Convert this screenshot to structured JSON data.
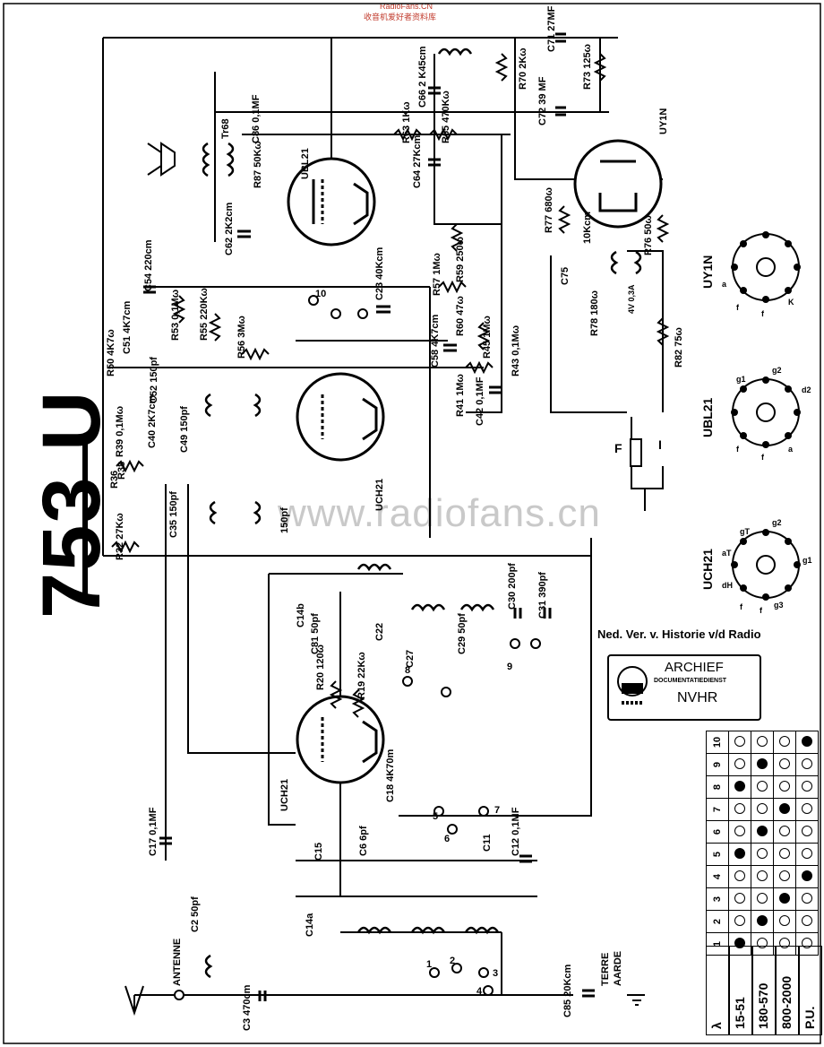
{
  "header": {
    "site_line1": "RadioFans.CN",
    "site_line2": "收音机爱好者资料库"
  },
  "title": {
    "model": "753 U"
  },
  "watermark": "www.radiofans.cn",
  "credit": "Ned. Ver. v. Historie v/d Radio",
  "stamp": {
    "line1": "ARCHIEF",
    "line2": "DOCUMENTATIEDIENST",
    "line3": "NVHR"
  },
  "tubes": [
    {
      "name": "UY1N",
      "pins": [
        "a",
        "f",
        "f",
        "K"
      ]
    },
    {
      "name": "UBL21",
      "pins": [
        "g1",
        "g2",
        "d2",
        "f",
        "f",
        "a"
      ]
    },
    {
      "name": "UCH21",
      "pins": [
        "g2",
        "gT",
        "aT",
        "dH",
        "g3",
        "f",
        "f",
        "g1"
      ]
    }
  ],
  "valve_labels": {
    "v1": "UY1N",
    "v2": "UBL21",
    "v3": "UCH21",
    "v4": "UCH21"
  },
  "components": {
    "C71": "C71 27MF",
    "C72": "C72 39 MF",
    "R70": "R70 2Kω",
    "R73": "R73 125ω",
    "C66": "C66 2 K45cm",
    "R63": "R63 1Kω",
    "R65": "R65 470Kω",
    "C86": "C86 0,1MF",
    "R87": "R87 50Kω",
    "Tr68": "Tr68",
    "C62": "C62 2K2cm",
    "C64": "C64 27Kcm",
    "R77": "R77 680ω",
    "C77": "10Kcm",
    "R76": "R76 50ω",
    "C75": "C75",
    "R78": "R78 180ω",
    "R82": "R82 75ω",
    "lamp": "4V 0,3A",
    "C54": "C54 220cm",
    "R57": "R57 1Mω",
    "R59": "R59 250ω",
    "C23": "C23 40Kcm",
    "R50": "R50 4K7ω",
    "C51": "C51 4K7cm",
    "R53": "R53 0,1Mω",
    "R55": "R55 220Kω",
    "R56": "R56 3Mω",
    "C58": "C58 4K7cm",
    "R60": "R60 47ω",
    "R45": "R45 1Mω",
    "R43": "R43 0,1Mω",
    "R41": "R41 1Mω",
    "C42": "C42 0,1MF",
    "C52": "C52 150pf",
    "C49": "C49 150pf",
    "R39": "R39 0,1Mω",
    "C40": "C40 2K7cm",
    "R36": "R36",
    "R38": "R38",
    "C35": "C35 150pf",
    "R32": "R32 27Kω",
    "C34": "150pf",
    "C14b": "C14b",
    "C81": "C81 50pf",
    "C22": "C22",
    "C27": "C27",
    "C29": "C29 50pf",
    "C30": "C30 200pf",
    "C31": "C31 390pf",
    "R20": "R20 120ω",
    "R19": "R19 22Kω",
    "C18": "C18 4K70m",
    "C17": "C17 0,1MF",
    "C15": "C15",
    "C6": "C6 6pf",
    "C11": "C11",
    "C12": "C12 0,1MF",
    "C14a": "C14a",
    "C2": "C2 50pf",
    "C3": "C3 470cm",
    "C85": "C85 20Kcm",
    "antenna": "ANTENNE",
    "earth1": "TERRE",
    "earth2": "AARDE",
    "fuse": "F",
    "switch": "I"
  },
  "switch_table": {
    "header": "λ",
    "positions": [
      "1",
      "2",
      "3",
      "4",
      "5",
      "6",
      "7",
      "8",
      "9",
      "10"
    ],
    "bands": [
      "15-51",
      "180-570",
      "800-2000",
      "P.U."
    ],
    "states": [
      [
        1,
        0,
        0,
        0
      ],
      [
        0,
        1,
        0,
        0
      ],
      [
        0,
        0,
        1,
        0
      ],
      [
        0,
        0,
        0,
        1
      ],
      [
        1,
        0,
        0,
        0
      ],
      [
        0,
        1,
        0,
        0
      ],
      [
        0,
        0,
        1,
        0
      ],
      [
        1,
        0,
        0,
        0
      ],
      [
        0,
        1,
        0,
        0
      ],
      [
        0,
        0,
        0,
        1
      ]
    ]
  },
  "switch_contacts": [
    "1",
    "2",
    "3",
    "4",
    "5",
    "6",
    "7",
    "8",
    "9",
    "10"
  ]
}
